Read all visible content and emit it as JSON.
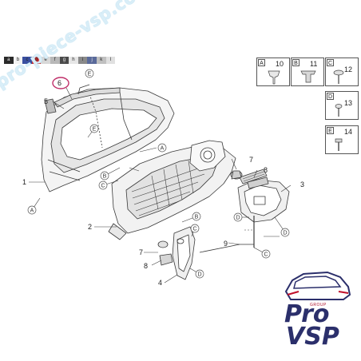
{
  "watermark": "pro-piece-vsp.com",
  "color_bar": {
    "labels": [
      "a",
      "b",
      "c",
      "d",
      "e",
      "f",
      "g",
      "h",
      "i",
      "j",
      "k",
      "l"
    ],
    "colors": [
      "#2a2a2a",
      "#f2f2f2",
      "#3a4fa0",
      "#d22a2a",
      "#d8d8d8",
      "#b8b8b8",
      "#4a4a4a",
      "#e6e6e6",
      "#8a8a8a",
      "#5a6a9a",
      "#c0c0c0",
      "#e0e0e0"
    ]
  },
  "legend": [
    {
      "letter": "A",
      "number": "10"
    },
    {
      "letter": "B",
      "number": "11"
    },
    {
      "letter": "C",
      "number": "12"
    },
    {
      "letter": "D",
      "number": "13"
    },
    {
      "letter": "E",
      "number": "14"
    }
  ],
  "callouts": {
    "n1": "1",
    "n2": "2",
    "n3": "3",
    "n4": "4",
    "n5": "5",
    "n6": "6",
    "n7a": "7",
    "n7b": "7",
    "n8a": "8",
    "n8b": "8",
    "n9": "9"
  },
  "markers": {
    "A1": "A",
    "A2": "A",
    "B1": "B",
    "B2": "B",
    "C1": "C",
    "C2": "C",
    "C3": "C",
    "D1": "D",
    "D2": "D",
    "D3": "D",
    "E1": "E",
    "E2": "E"
  },
  "brand": {
    "group": "GROUP",
    "pro": "Pro",
    "vsp": "VSP"
  },
  "colors": {
    "line": "#3a3a3a",
    "highlight": "#c0306a",
    "watermark": "#d9eef8",
    "brand_navy": "#2b2f6b",
    "brand_red": "#c0102a"
  }
}
